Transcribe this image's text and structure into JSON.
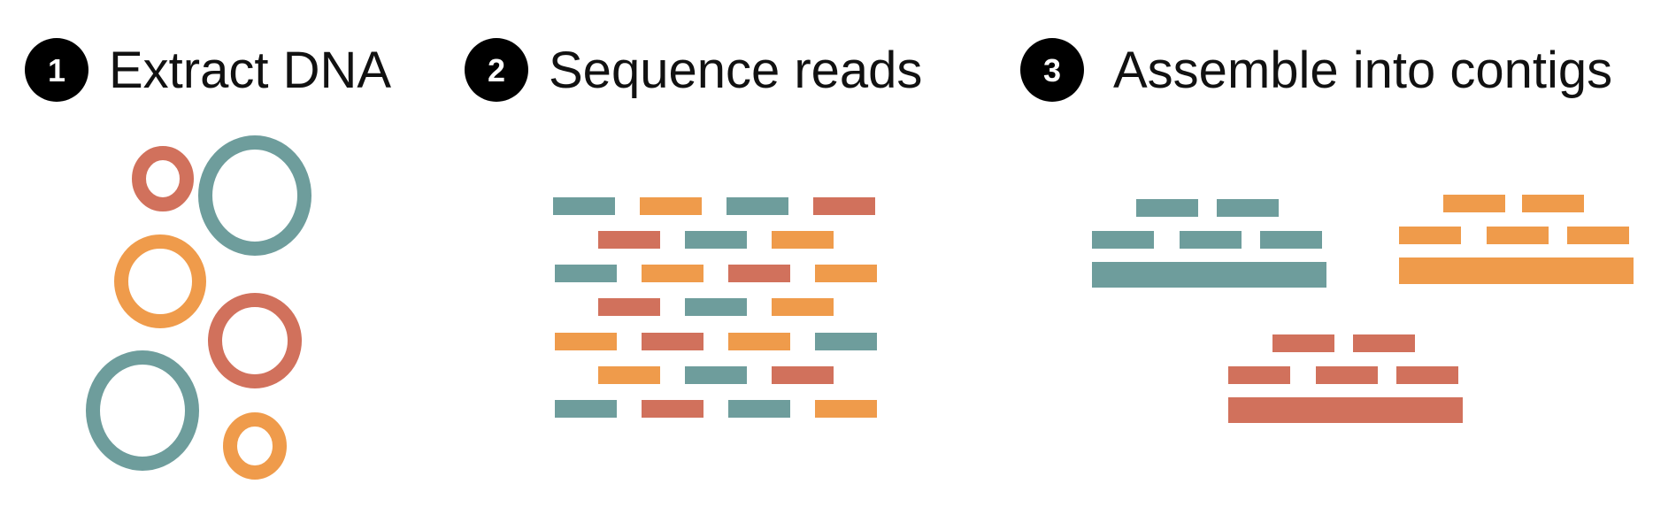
{
  "colors": {
    "teal": "#6e9d9c",
    "orange": "#ef9b4b",
    "red": "#d1715c",
    "badge": "#000000",
    "text": "#111111"
  },
  "steps": [
    {
      "number": "1",
      "title": "Extract DNA"
    },
    {
      "number": "2",
      "title": "Sequence reads"
    },
    {
      "number": "3",
      "title": "Assemble into contigs"
    }
  ]
}
